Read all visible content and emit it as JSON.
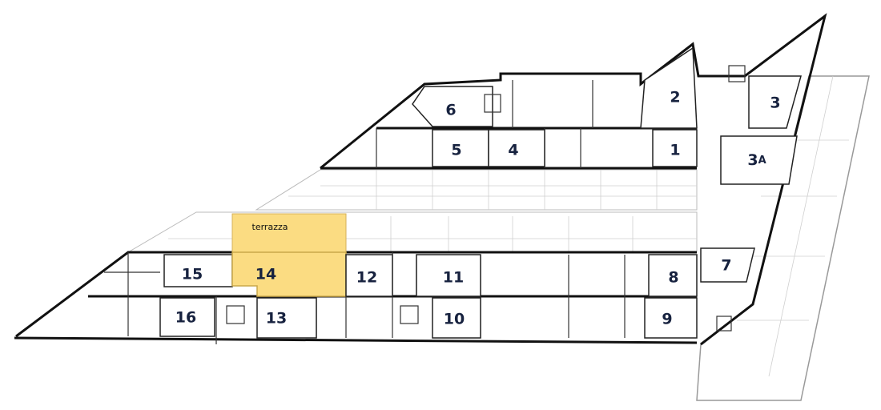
{
  "plan": {
    "terrace_label": "terrazza",
    "highlight_color": "#fbdc82",
    "selected_unit": "14",
    "units": [
      {
        "id": "6",
        "label": "6"
      },
      {
        "id": "2",
        "label": "2"
      },
      {
        "id": "3",
        "label": "3"
      },
      {
        "id": "5",
        "label": "5"
      },
      {
        "id": "4",
        "label": "4"
      },
      {
        "id": "1",
        "label": "1"
      },
      {
        "id": "3A",
        "label": "3",
        "suffix": "A"
      },
      {
        "id": "15",
        "label": "15"
      },
      {
        "id": "14",
        "label": "14"
      },
      {
        "id": "12",
        "label": "12"
      },
      {
        "id": "11",
        "label": "11"
      },
      {
        "id": "8",
        "label": "8"
      },
      {
        "id": "7",
        "label": "7"
      },
      {
        "id": "16",
        "label": "16"
      },
      {
        "id": "13",
        "label": "13"
      },
      {
        "id": "10",
        "label": "10"
      },
      {
        "id": "9",
        "label": "9"
      }
    ]
  }
}
